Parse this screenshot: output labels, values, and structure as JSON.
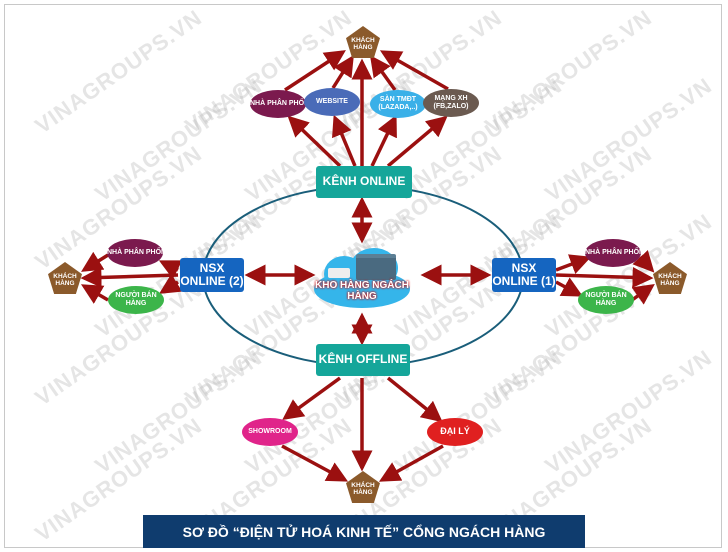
{
  "watermark": "VINAGROUPS.VN",
  "colors": {
    "arrow": "#9b1010",
    "channel": "#15a69a",
    "nsx": "#1565c0",
    "customer": "#8b5a2b",
    "ellipse": "#1a5e7a"
  },
  "top": {
    "customer": "KHÁCH HÀNG",
    "items": [
      "NHÀ PHÂN PHỐI",
      "WEBSITE",
      "SÀN TMĐT (LAZADA,..)",
      "MẠNG XH (FB,ZALO)"
    ]
  },
  "online_channel": "KÊNH ONLINE",
  "offline_channel": "KÊNH OFFLINE",
  "left": {
    "nsx": "NSX ONLINE (2)",
    "customer": "KHÁCH HÀNG",
    "items": [
      "NHÀ PHÂN PHỐI",
      "NGƯỜI BÁN HÀNG"
    ]
  },
  "right": {
    "nsx": "NSX ONLINE (1)",
    "customer": "KHÁCH HÀNG",
    "items": [
      "NHÀ PHÂN PHỐI",
      "NGƯỜI BÁN HÀNG"
    ]
  },
  "center": "KHO HÀNG NGÁCH HÀNG",
  "bottom": {
    "items": [
      "SHOWROOM",
      "ĐẠI LÝ"
    ],
    "customer": "KHÁCH HÀNG"
  },
  "title": "SƠ ĐỒ “ĐIỆN TỬ HOÁ KINH TẾ” CỔNG NGÁCH HÀNG"
}
